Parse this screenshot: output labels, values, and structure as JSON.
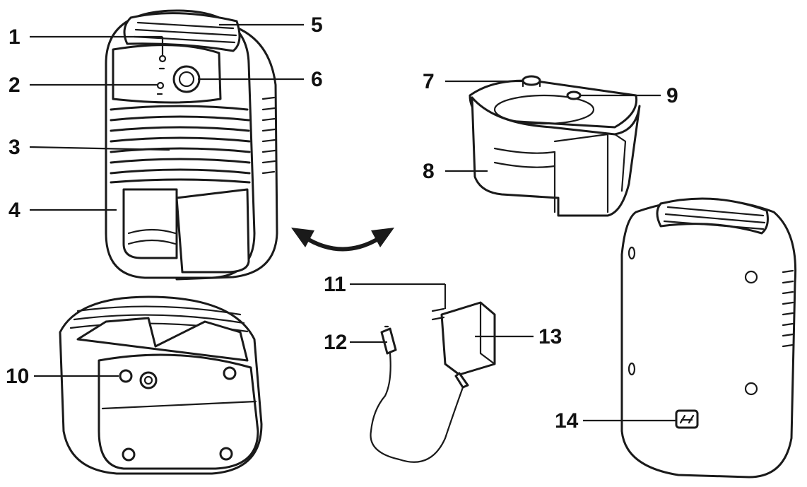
{
  "callouts": [
    {
      "id": "1",
      "label": "1"
    },
    {
      "id": "2",
      "label": "2"
    },
    {
      "id": "3",
      "label": "3"
    },
    {
      "id": "4",
      "label": "4"
    },
    {
      "id": "5",
      "label": "5"
    },
    {
      "id": "6",
      "label": "6"
    },
    {
      "id": "7",
      "label": "7"
    },
    {
      "id": "8",
      "label": "8"
    },
    {
      "id": "9",
      "label": "9"
    },
    {
      "id": "10",
      "label": "10"
    },
    {
      "id": "11",
      "label": "11"
    },
    {
      "id": "12",
      "label": "12"
    },
    {
      "id": "13",
      "label": "13"
    },
    {
      "id": "14",
      "label": "14"
    }
  ],
  "icons": {
    "front_view": "dehumidifier-front-illustration",
    "water_tank": "water-tank-illustration",
    "bottom_view": "dehumidifier-bottom-illustration",
    "adapter": "power-adapter-illustration",
    "rear_view": "dehumidifier-rear-illustration",
    "swap_arrow": "double-curved-arrow-icon"
  },
  "colors": {
    "line": "#1a1a1a",
    "background": "#ffffff"
  }
}
